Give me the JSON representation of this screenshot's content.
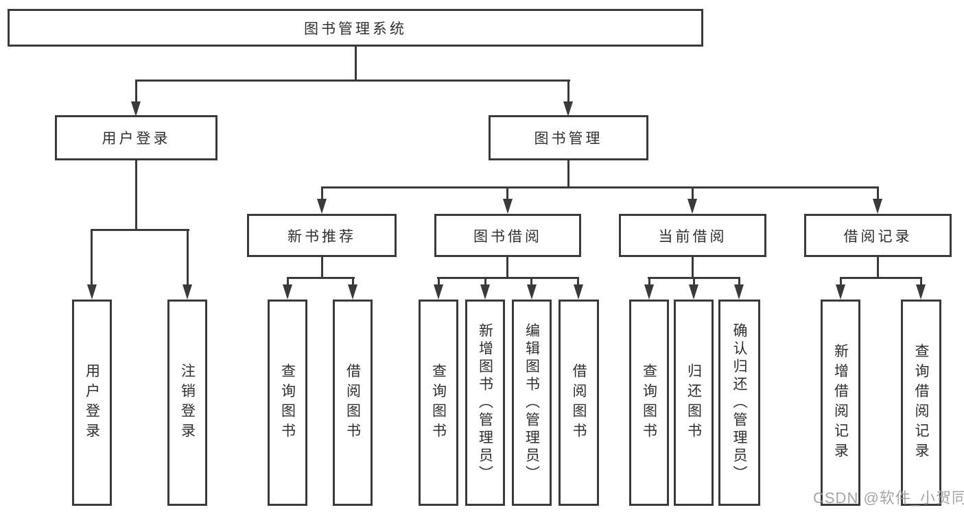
{
  "tree": {
    "label": "图书管理系统",
    "children": [
      {
        "label": "用户登录",
        "children": [
          {
            "label": "用户登录"
          },
          {
            "label": "注销登录"
          }
        ]
      },
      {
        "label": "图书管理",
        "children": [
          {
            "label": "新书推荐",
            "children": [
              {
                "label": "查询图书"
              },
              {
                "label": "借阅图书"
              }
            ]
          },
          {
            "label": "图书借阅",
            "children": [
              {
                "label": "查询图书"
              },
              {
                "label": "新增图书（管理员）"
              },
              {
                "label": "编辑图书（管理员）"
              },
              {
                "label": "借阅图书"
              }
            ]
          },
          {
            "label": "当前借阅",
            "children": [
              {
                "label": "查询图书"
              },
              {
                "label": "归还图书"
              },
              {
                "label": "确认归还（管理员）"
              }
            ]
          },
          {
            "label": "借阅记录",
            "children": [
              {
                "label": "新增借阅记录"
              },
              {
                "label": "查询借阅记录"
              }
            ]
          }
        ]
      }
    ]
  },
  "watermark": {
    "text": "CSDN @软件_小贺同学"
  },
  "colors": {
    "line": "#3a3a3a",
    "text": "#2f2f2f",
    "box_background": "#ffffff",
    "watermark": "#9e9e9e"
  }
}
